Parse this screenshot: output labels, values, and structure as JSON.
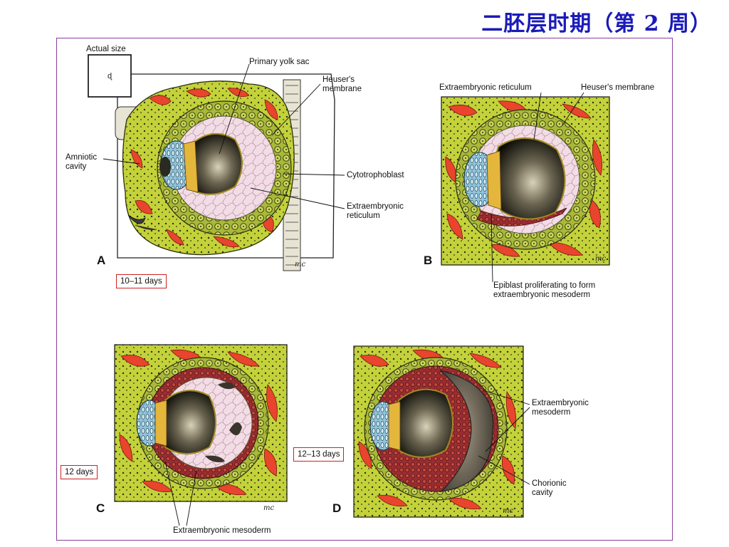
{
  "slide": {
    "title": "二胚层时期（第 2 周）"
  },
  "panels": {
    "A": {
      "letter": "A",
      "days": "10–11 days",
      "labels": {
        "actual_size": "Actual size",
        "primary_yolk_sac": "Primary yolk sac",
        "heusers_membrane": "Heuser's\nmembrane",
        "amniotic_cavity": "Amniotic\ncavity",
        "cytotrophoblast": "Cytotrophoblast",
        "extraembryonic_reticulum": "Extraembryonic\nreticulum",
        "artist_mark": "mc"
      }
    },
    "B": {
      "letter": "B",
      "labels": {
        "extraembryonic_reticulum": "Extraembryonic reticulum",
        "heusers_membrane": "Heuser's membrane",
        "epiblast": "Epiblast proliferating to form\nextraembryonic mesoderm",
        "artist_mark": "mc"
      }
    },
    "C": {
      "letter": "C",
      "days": "12 days",
      "labels": {
        "extraembryonic_mesoderm": "Extraembryonic mesoderm",
        "artist_mark": "mc"
      }
    },
    "D": {
      "letter": "D",
      "days": "12–13 days",
      "labels": {
        "extraembryonic_mesoderm": "Extraembryonic\nmesoderm",
        "chorionic_cavity": "Chorionic\ncavity",
        "artist_mark": "mc"
      }
    }
  },
  "colors": {
    "title": "#1a1ab8",
    "frame": "#8a3d9c",
    "syncytiotrophoblast": "#c3d23a",
    "lacunae": "#e8442e",
    "cytotrophoblast": "#a8b838",
    "reticulum": "#f2dde6",
    "yolk_sac": "#1a1a12",
    "mesoderm": "#a8323a",
    "chorionic_cavity": "#5a5448",
    "day_box_border": "#d02020"
  }
}
